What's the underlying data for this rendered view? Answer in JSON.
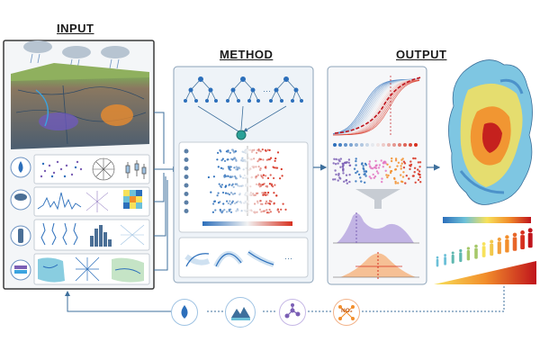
{
  "sections": {
    "input": "INPUT",
    "method": "METHOD",
    "output": "OUTPUT"
  },
  "icons": {
    "bottom_flow": [
      "water-drop-icon",
      "landscape-icon",
      "molecule-icon",
      "no2-pollutant-icon"
    ],
    "no2_label": "NO₂"
  },
  "colors": {
    "frame": "#7a8fa6",
    "arrow": "#3d6f9c",
    "blue": "#2c6fbb",
    "red": "#d7301f",
    "orange": "#f28e2b",
    "purple": "#7b5fb5"
  }
}
